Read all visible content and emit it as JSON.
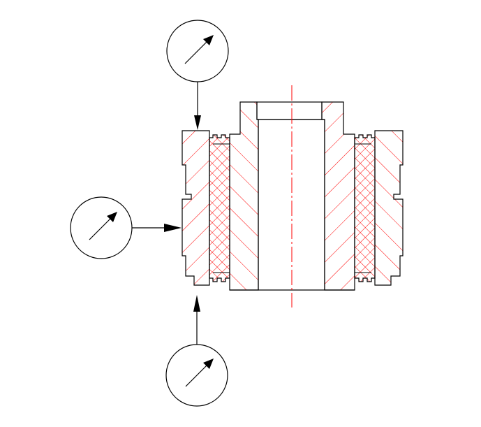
{
  "drawing": {
    "description_free": true,
    "colors": {
      "outline": "#000000",
      "hatch": "#ff0000",
      "centerline": "#ff0000",
      "background": "#ffffff"
    },
    "gauges": [
      {
        "id": "top",
        "icon": "dial-indicator-icon"
      },
      {
        "id": "left",
        "icon": "dial-indicator-icon"
      },
      {
        "id": "bottom",
        "icon": "dial-indicator-icon"
      }
    ]
  }
}
